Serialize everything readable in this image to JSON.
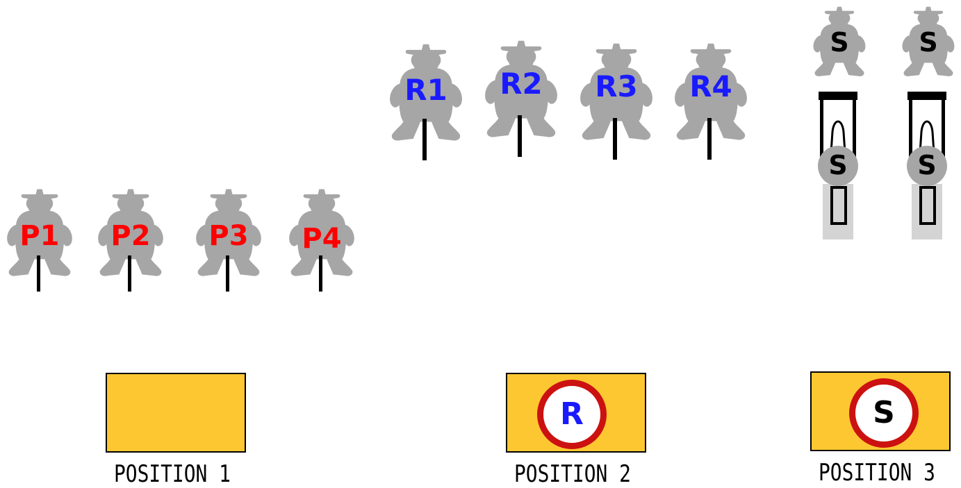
{
  "colors": {
    "figure": "#a6a6a6",
    "stake": "#000000",
    "pistol_label": "#ff0000",
    "rifle_label": "#1a1aff",
    "shotgun_label": "#000000",
    "station_fill": "#fdc731",
    "badge_ring": "#cc1111"
  },
  "pistol_targets": [
    "P1",
    "P2",
    "P3",
    "P4"
  ],
  "rifle_targets": [
    "R1",
    "R2",
    "R3",
    "R4"
  ],
  "shotgun_knockdowns": {
    "upper_labels": [
      "S",
      "S"
    ],
    "popper_labels": [
      "S",
      "S"
    ]
  },
  "stations": [
    {
      "caption": "POSITION 1",
      "badge": ""
    },
    {
      "caption": "POSITION 2",
      "badge": "R"
    },
    {
      "caption": "POSITION 3",
      "badge": "S"
    }
  ]
}
